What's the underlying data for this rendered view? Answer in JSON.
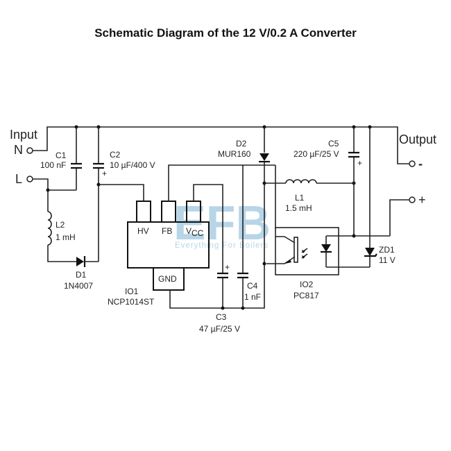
{
  "title": "Schematic Diagram of the 12 V/0.2 A Converter",
  "watermark": {
    "logo": "EFB",
    "tagline": "Everything For Boilers",
    "color": "#7fb3d5"
  },
  "input": {
    "label": "Input",
    "n_terminal": "N",
    "l_terminal": "L"
  },
  "output": {
    "label": "Output",
    "neg_terminal": "-",
    "pos_terminal": "+"
  },
  "components": {
    "C1": {
      "ref": "C1",
      "value": "100 nF"
    },
    "C2": {
      "ref": "C2",
      "value": "10 µF/400 V"
    },
    "L2": {
      "ref": "L2",
      "value": "1 mH"
    },
    "D1": {
      "ref": "D1",
      "value": "1N4007"
    },
    "IO1": {
      "ref": "IO1",
      "value": "NCP1014ST",
      "pins": {
        "hv": "HV",
        "fb": "FB",
        "vcc": "V",
        "vcc_sub": "CC",
        "gnd": "GND"
      }
    },
    "C3": {
      "ref": "C3",
      "value": "47 µF/25 V"
    },
    "C4": {
      "ref": "C4",
      "value": "1 nF"
    },
    "D2": {
      "ref": "D2",
      "value": "MUR160"
    },
    "C5": {
      "ref": "C5",
      "value": "220 µF/25 V"
    },
    "L1": {
      "ref": "L1",
      "value": "1.5 mH"
    },
    "IO2": {
      "ref": "IO2",
      "value": "PC817"
    },
    "ZD1": {
      "ref": "ZD1",
      "value": "11 V"
    }
  },
  "polarity_mark": "+"
}
